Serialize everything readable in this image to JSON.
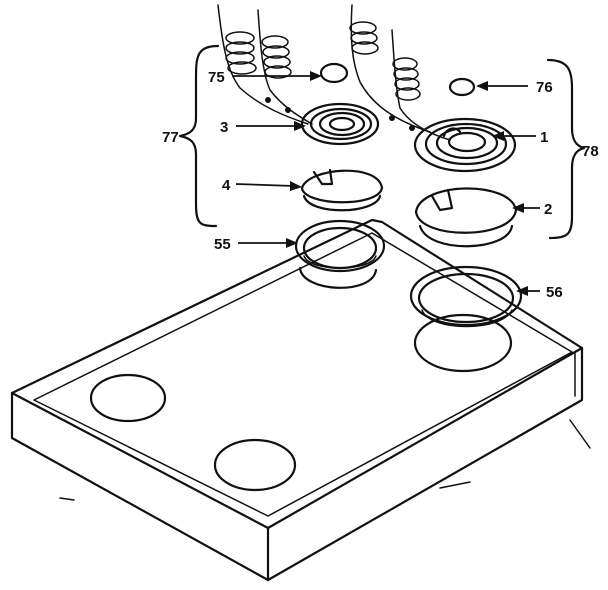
{
  "callouts": [
    {
      "id": "c75",
      "label": "75"
    },
    {
      "id": "c76",
      "label": "76"
    },
    {
      "id": "c3",
      "label": "3"
    },
    {
      "id": "c1",
      "label": "1"
    },
    {
      "id": "c77",
      "label": "77"
    },
    {
      "id": "c78",
      "label": "78"
    },
    {
      "id": "c4",
      "label": "4"
    },
    {
      "id": "c2",
      "label": "2"
    },
    {
      "id": "c55",
      "label": "55"
    },
    {
      "id": "c56",
      "label": "56"
    }
  ]
}
